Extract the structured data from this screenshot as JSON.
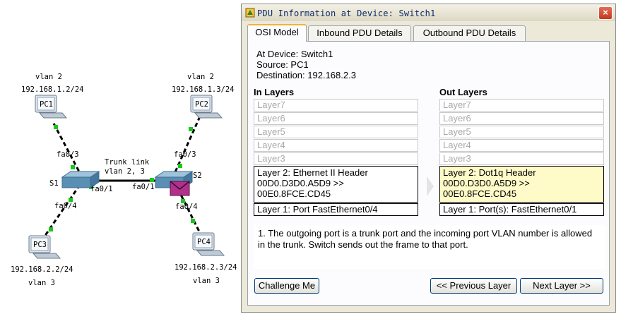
{
  "topology": {
    "pc1": {
      "name": "PC1",
      "vlan": "vlan 2",
      "ip": "192.168.1.2/24"
    },
    "pc2": {
      "name": "PC2",
      "vlan": "vlan 2",
      "ip": "192.168.1.3/24"
    },
    "pc3": {
      "name": "PC3",
      "vlan": "vlan 3",
      "ip": "192.168.2.2/24"
    },
    "pc4": {
      "name": "PC4",
      "vlan": "vlan 3",
      "ip": "192.168.2.3/24"
    },
    "s1": "S1",
    "s2": "S2",
    "trunk_title": "Trunk link",
    "trunk_vlans": "vlan 2, 3",
    "ports": {
      "s1_pc1": "fa0/3",
      "s1_pc3": "fa0/4",
      "s1_trunk": "fa0/1",
      "s2_trunk": "fa0/1",
      "s2_pc2": "fa0/3",
      "s2_pc4": "fa0/4"
    },
    "colors": {
      "link_dot": "#19c719",
      "switch": "#5a8fb4",
      "envelope": "#b0308a"
    }
  },
  "dialog": {
    "title": "PDU Information at Device: Switch1",
    "close_label": "×",
    "tabs": [
      "OSI Model",
      "Inbound PDU Details",
      "Outbound PDU Details"
    ],
    "at_device": "At Device: Switch1",
    "source": "Source: PC1",
    "destination": "Destination: 192.168.2.3",
    "in_header": "In Layers",
    "out_header": "Out Layers",
    "in_layers": {
      "l7": "Layer7",
      "l6": "Layer6",
      "l5": "Layer5",
      "l4": "Layer4",
      "l3": "Layer3",
      "l2_line1": "Layer 2: Ethernet II Header",
      "l2_line2": "00D0.D3D0.A5D9 >>",
      "l2_line3": "00E0.8FCE.CD45",
      "l1": "Layer 1: Port FastEthernet0/4"
    },
    "out_layers": {
      "l7": "Layer7",
      "l6": "Layer6",
      "l5": "Layer5",
      "l4": "Layer4",
      "l3": "Layer3",
      "l2_line1": "Layer 2: Dot1q Header",
      "l2_line2": "00D0.D3D0.A5D9 >>",
      "l2_line3": "00E0.8FCE.CD45",
      "l1": "Layer 1: Port(s): FastEthernet0/1"
    },
    "description": "1. The outgoing port is a trunk port and the incoming port VLAN number is allowed in the trunk. Switch sends out the frame to that port.",
    "buttons": {
      "challenge": "Challenge Me",
      "previous": "<< Previous Layer",
      "next": "Next Layer >>"
    }
  }
}
